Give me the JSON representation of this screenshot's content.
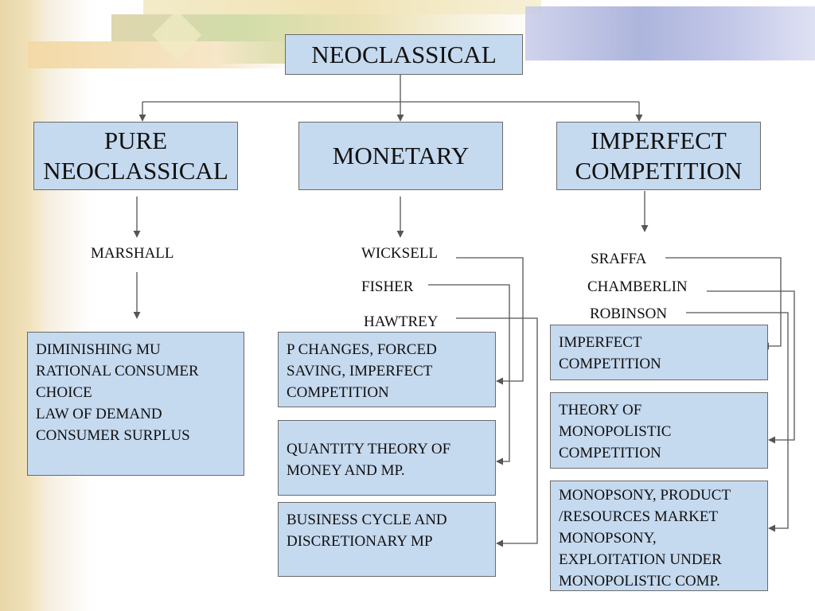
{
  "root": {
    "label": "NEOCLASSICAL"
  },
  "categories": {
    "pure": "PURE\nNEOCLASSICAL",
    "monetary": "MONETARY",
    "imperfect": "IMPERFECT\nCOMPETITION"
  },
  "economists": {
    "marshall": "MARSHALL",
    "wicksell": "WICKSELL",
    "fisher": "FISHER",
    "hawtrey": "HAWTREY",
    "sraffa": "SRAFFA",
    "chamberlin": "CHAMBERLIN",
    "robinson": "ROBINSON"
  },
  "details": {
    "marshall": "DIMINISHING MU\nRATIONAL CONSUMER\nCHOICE\nLAW OF DEMAND\nCONSUMER SURPLUS",
    "wicksell": "P CHANGES, FORCED\nSAVING, IMPERFECT\nCOMPETITION",
    "fisher": "QUANTITY THEORY OF\nMONEY AND MP.",
    "hawtrey": "BUSINESS CYCLE AND\nDISCRETIONARY MP",
    "sraffa": "IMPERFECT\nCOMPETITION",
    "chamberlin": "THEORY OF\nMONOPOLISTIC\nCOMPETITION",
    "robinson": "MONOPSONY, PRODUCT\n/RESOURCES MARKET\nMONOPSONY,\nEXPLOITATION UNDER\nMONOPOLISTIC COMP."
  },
  "colors": {
    "box_fill": "#c5d9ef",
    "line": "#555555"
  }
}
